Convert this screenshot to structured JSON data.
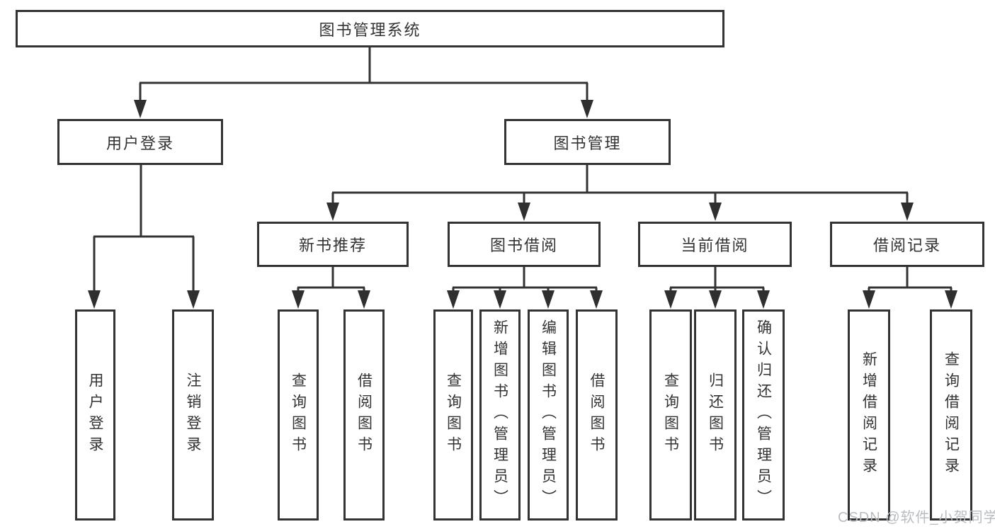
{
  "diagram": {
    "watermark": "CSDN @软件_小贺同学",
    "colors": {
      "line": "#333333",
      "text": "#333333",
      "node_background": "#ffffff",
      "watermark": "#b9bcc1"
    },
    "tree": {
      "label": "图书管理系统",
      "children": [
        {
          "label": "用户登录",
          "children": [
            {
              "label": "用户登录"
            },
            {
              "label": "注销登录"
            }
          ]
        },
        {
          "label": "图书管理",
          "children": [
            {
              "label": "新书推荐",
              "children": [
                {
                  "label": "查询图书"
                },
                {
                  "label": "借阅图书"
                }
              ]
            },
            {
              "label": "图书借阅",
              "children": [
                {
                  "label": "查询图书"
                },
                {
                  "label": "新增图书（管理员）"
                },
                {
                  "label": "编辑图书（管理员）"
                },
                {
                  "label": "借阅图书"
                }
              ]
            },
            {
              "label": "当前借阅",
              "children": [
                {
                  "label": "查询图书"
                },
                {
                  "label": "归还图书"
                },
                {
                  "label": "确认归还（管理员）"
                }
              ]
            },
            {
              "label": "借阅记录",
              "children": [
                {
                  "label": "新增借阅记录"
                },
                {
                  "label": "查询借阅记录"
                }
              ]
            }
          ]
        }
      ]
    }
  }
}
